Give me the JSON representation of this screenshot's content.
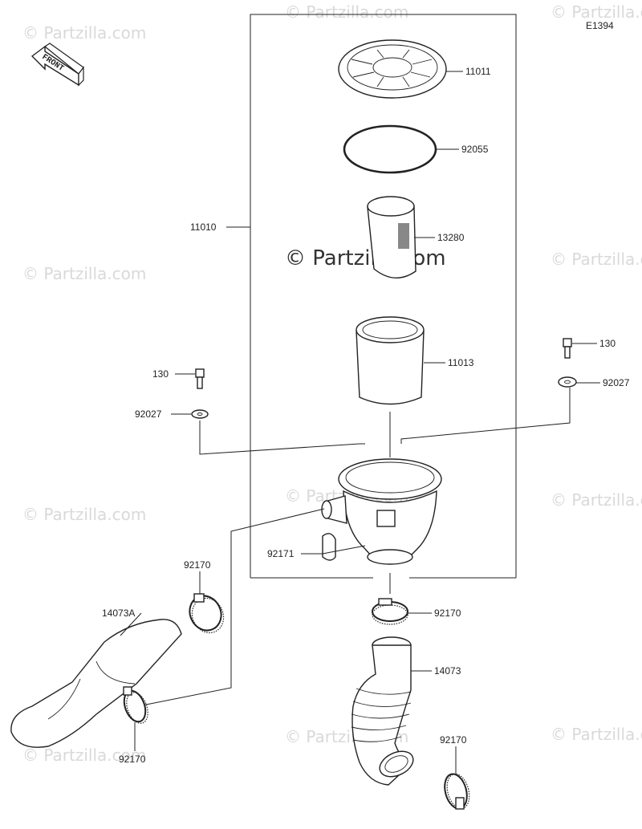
{
  "diagram_code": "E1394",
  "front_label": "FRONT",
  "watermark_small": "© Partzilla.com",
  "watermark_center": "© Partzilla.com",
  "parts": {
    "p11011": "11011",
    "p92055": "92055",
    "p11010": "11010",
    "p13280": "13280",
    "p11013": "11013",
    "p130_left": "130",
    "p92027_left": "92027",
    "p130_right": "130",
    "p92027_right": "92027",
    "p92171": "92171",
    "p92170_mid": "92170",
    "p92170_upper_left": "92170",
    "p14073A": "14073A",
    "p14073": "14073",
    "p92170_lower_left": "92170",
    "p92170_lower_right": "92170"
  }
}
